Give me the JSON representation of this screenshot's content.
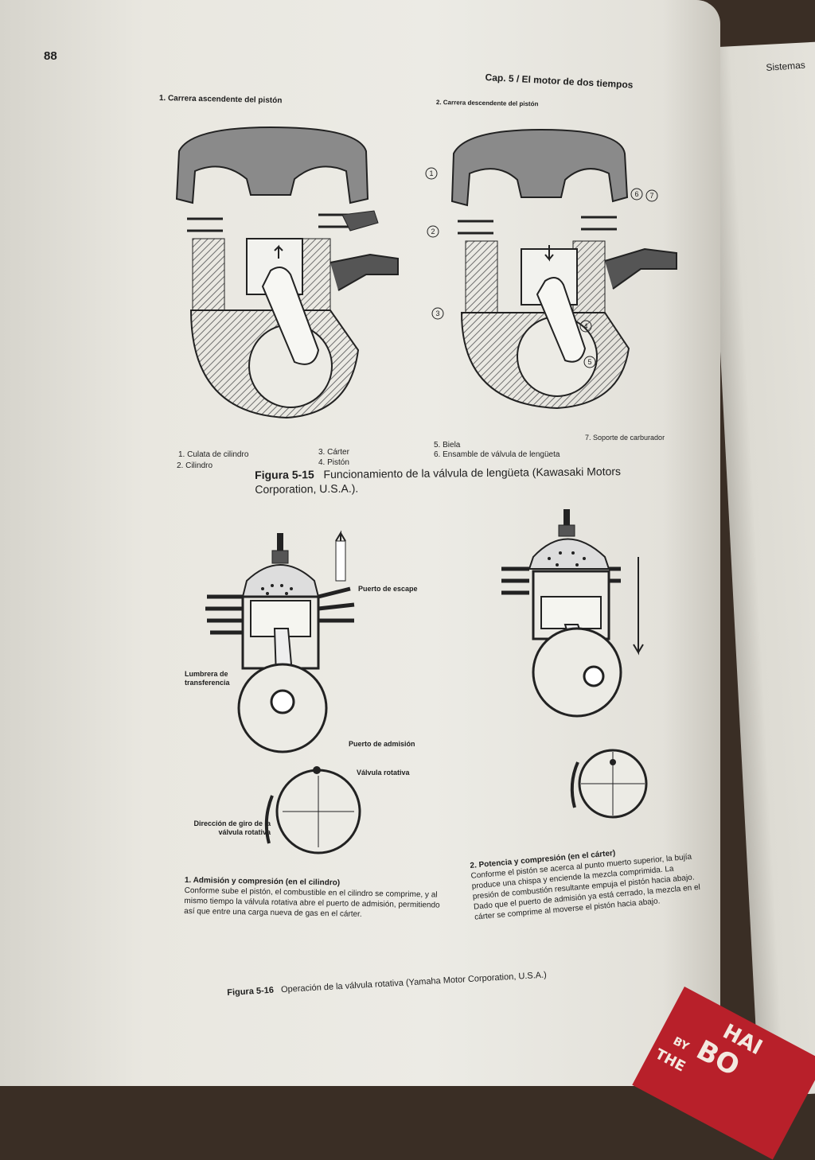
{
  "page_number": "88",
  "running_head": "Cap. 5 / El motor de dos tiempos",
  "next_page_head": "Sistemas",
  "figure_5_15": {
    "left_caption": "1. Carrera ascendente del pistón",
    "right_caption": "2. Carrera descendente del pistón",
    "parts": {
      "p1": "1. Culata de cilindro",
      "p2": "2. Cilindro",
      "p3": "3. Cárter",
      "p4": "4. Pistón",
      "p5": "5. Biela",
      "p6": "6. Ensamble de válvula de lengüeta",
      "p7": "7. Soporte  de carburador"
    },
    "callouts": [
      "1",
      "2",
      "3",
      "4",
      "5",
      "6",
      "7"
    ],
    "caption_label": "Figura 5-15",
    "caption_text": "Funcionamiento de la válvula de lengüeta (Kawasaki Motors Corporation, U.S.A.)."
  },
  "figure_5_16": {
    "labels": {
      "escape": "Puerto de escape",
      "lumbrera": "Lumbrera de transferencia",
      "admision": "Puerto de admisión",
      "valvula": "Válvula rotativa",
      "direccion": "Dirección de giro de la válvula rotativa"
    },
    "step1_title": "1.  Admisión y compresión (en el cilindro)",
    "step1_text": "Conforme sube el pistón, el combustible en el cilindro se comprime, y al mismo tiempo la válvula rotativa abre el puerto de admisión, permitiendo así que entre una carga nueva de gas en el cárter.",
    "step2_title": "2.  Potencia y compresión (en el cárter)",
    "step2_text": "Conforme el pistón se acerca al punto muerto superior, la bujía produce una chispa y enciende la mezcla comprimida. La presión de combustión resultante empuja el pistón hacia abajo. Dado que el puerto de admisión ya está cerrado, la mezcla en el cárter se comprime al moverse el pistón hacia abajo.",
    "caption_label": "Figura 5-16",
    "caption_text": "Operación de la válvula rotativa (Yamaha Motor Corporation, U.S.A.)"
  },
  "book_spine": {
    "text1": "HAI",
    "text2": "BO",
    "text3": "BY",
    "text4": "THE"
  },
  "colors": {
    "paper": "#ecebe5",
    "ink": "#1e1e1e",
    "hatch": "#6f6f6f",
    "red_book": "#b8202a"
  }
}
